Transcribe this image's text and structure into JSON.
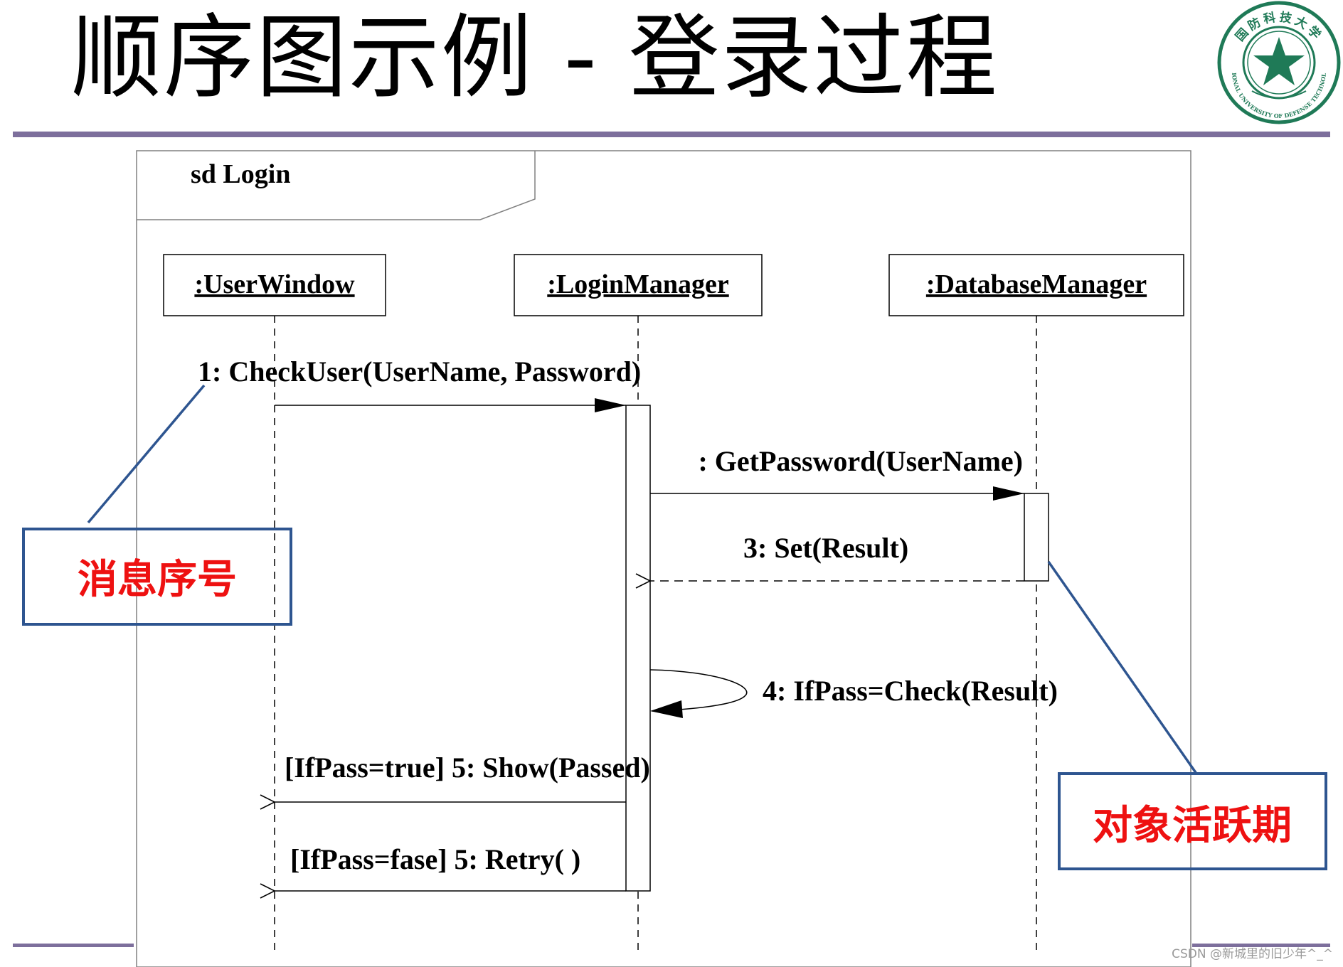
{
  "slide": {
    "title": "顺序图示例 - 登录过程",
    "watermark": "CSDN @新城里的旧少年^_^"
  },
  "logo": {
    "icon": "university-emblem-icon",
    "text_top": "国防科技大学",
    "text_bottom": "NATIONAL UNIVERSITY OF DEFENSE TECHNOLOGY"
  },
  "diagram": {
    "frame_label": "sd Login",
    "lifelines": [
      ":UserWindow",
      ":LoginManager",
      ":DatabaseManager"
    ],
    "messages": [
      {
        "label": "1: CheckUser(UserName, Password)",
        "type": "sync"
      },
      {
        "label": ": GetPassword(UserName)",
        "type": "sync"
      },
      {
        "label": "3: Set(Result)",
        "type": "return"
      },
      {
        "label": "4: IfPass=Check(Result)",
        "type": "self"
      },
      {
        "label": "[IfPass=true] 5: Show(Passed)",
        "type": "return"
      },
      {
        "label": "[IfPass=fase] 5: Retry( )",
        "type": "return"
      }
    ],
    "callouts": [
      {
        "label": "消息序号"
      },
      {
        "label": "对象活跃期"
      }
    ]
  },
  "colors": {
    "rule": "#7d6f9c",
    "callout_border": "#2e5590",
    "callout_text": "#ee1111",
    "emblem": "#1f7a57"
  }
}
